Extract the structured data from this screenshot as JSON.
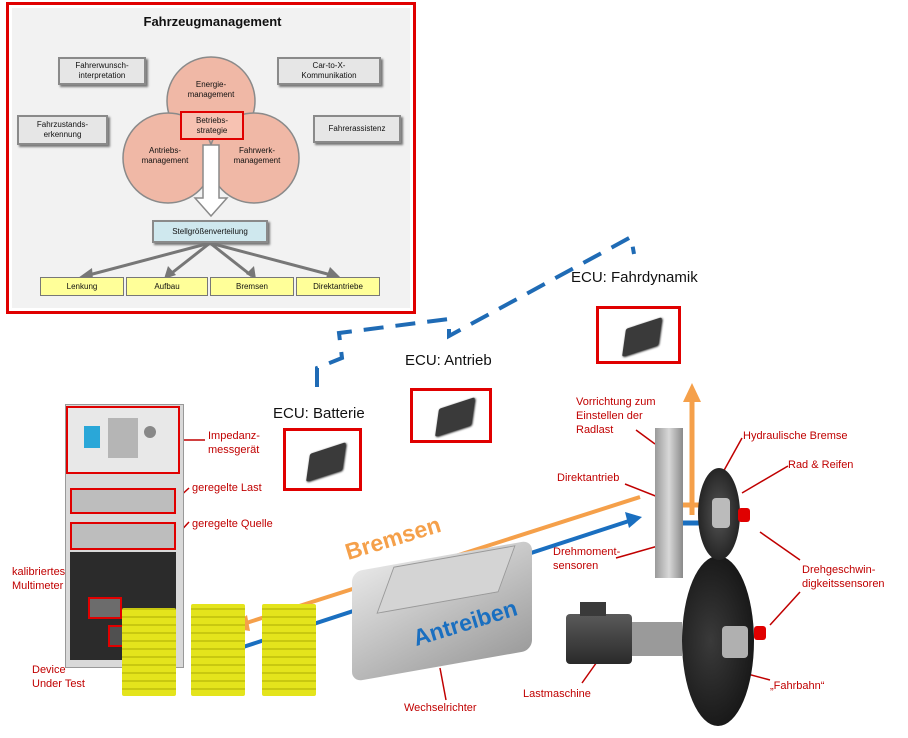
{
  "panel": {
    "title": "Fahrzeugmanagement",
    "boxes": {
      "fahrerwunsch": "Fahrerwunsch-\ninterpretation",
      "car2x": "Car-to-X-\nKommunikation",
      "fahrzustand": "Fahrzustands-\nerkennung",
      "fahrerassistenz": "Fahrerassistenz",
      "energie": "Energie-\nmanagement",
      "betrieb": "Betriebs-\nstrategie",
      "antrieb": "Antriebs-\nmanagement",
      "fahrwerk": "Fahrwerk-\nmanagement",
      "stellgroessen": "Stellgrößenverteilung"
    },
    "outputs": [
      "Lenkung",
      "Aufbau",
      "Bremsen",
      "Direktantriebe"
    ]
  },
  "ecus": {
    "batterie": "ECU: Batterie",
    "antrieb": "ECU: Antrieb",
    "fahrdynamik": "ECU: Fahrdynamik"
  },
  "labels": {
    "impedanz": "Impedanz-\nmessgerät",
    "last": "geregelte Last",
    "quelle": "geregelte Quelle",
    "multimeter": "kalibriertes\nMultimeter",
    "dut": "Device\nUnder Test",
    "wechselrichter": "Wechselrichter",
    "lastmaschine": "Lastmaschine",
    "fahrbahn": "„Fahrbahn“",
    "vorrichtung": "Vorrichtung zum\nEinstellen der\nRadlast",
    "hydraulisch": "Hydraulische Bremse",
    "rad": "Rad & Reifen",
    "direktantrieb": "Direktantrieb",
    "drehmoment": "Drehmoment-\nsensoren",
    "drehgeschwindigkeit": "Drehgeschwin-\ndigkeitssensoren"
  },
  "flows": {
    "bremsen": "Bremsen",
    "antreiben": "Antreiben"
  },
  "colors": {
    "frame_red": "#e00000",
    "label_red": "#c00000",
    "brake_orange": "#f5a04a",
    "drive_blue": "#1a6fc0",
    "dashed_blue": "#1f6bb5",
    "circle_fill": "#f0b8a6",
    "box_blue": "#cfe8ee",
    "output_yellow": "#ffff99"
  }
}
